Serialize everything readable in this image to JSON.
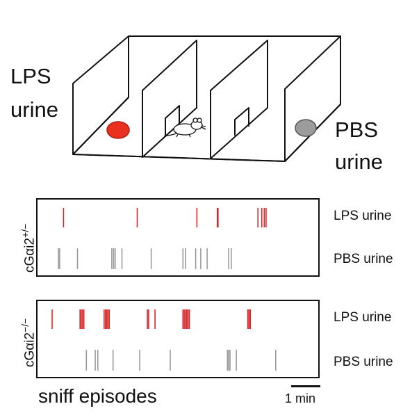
{
  "labels": {
    "lps_urine_line1": "LPS",
    "lps_urine_line2": "urine",
    "pbs_urine_line1": "PBS",
    "pbs_urine_line2": "urine",
    "row_lps": "LPS urine",
    "row_pbs": "PBS urine",
    "sniff_episodes": "sniff episodes",
    "scale_bar": "1 min"
  },
  "genotypes": {
    "het": {
      "base": "cGαi2",
      "sup": "+/−"
    },
    "ko": {
      "base": "cGαi2",
      "sup": "−/−"
    }
  },
  "colors": {
    "lps": "#d62828",
    "pbs": "#9a9a9a",
    "lps_drop": "#e8311f",
    "pbs_drop": "#9c9c9c"
  },
  "chart_data": {
    "type": "raster",
    "x_unit": "min",
    "x_range": [
      0,
      10.5
    ],
    "panels": [
      {
        "genotype": "cGαi2 +/−",
        "series": [
          {
            "name": "LPS urine",
            "events": [
              0.75,
              3.65,
              6.0,
              6.8,
              6.83,
              8.4,
              8.55,
              8.65,
              8.72
            ]
          },
          {
            "name": "PBS urine",
            "events": [
              0.55,
              0.6,
              1.3,
              2.65,
              2.72,
              2.78,
              3.05,
              4.2,
              5.45,
              5.55,
              5.95,
              6.15,
              6.4,
              7.25,
              7.35
            ]
          }
        ]
      },
      {
        "genotype": "cGαi2 −/−",
        "series": [
          {
            "name": "LPS urine",
            "events": [
              0.3,
              1.4,
              1.45,
              1.5,
              1.55,
              2.35,
              2.4,
              2.45,
              2.5,
              2.55,
              4.05,
              4.1,
              4.35,
              5.45,
              5.5,
              5.55,
              5.6,
              5.65,
              5.7,
              8.0,
              8.05,
              8.1
            ]
          },
          {
            "name": "PBS urine",
            "events": [
              1.65,
              2.0,
              2.1,
              2.7,
              3.75,
              4.95,
              7.2,
              7.25,
              7.3,
              7.55,
              9.1
            ]
          }
        ]
      }
    ]
  }
}
